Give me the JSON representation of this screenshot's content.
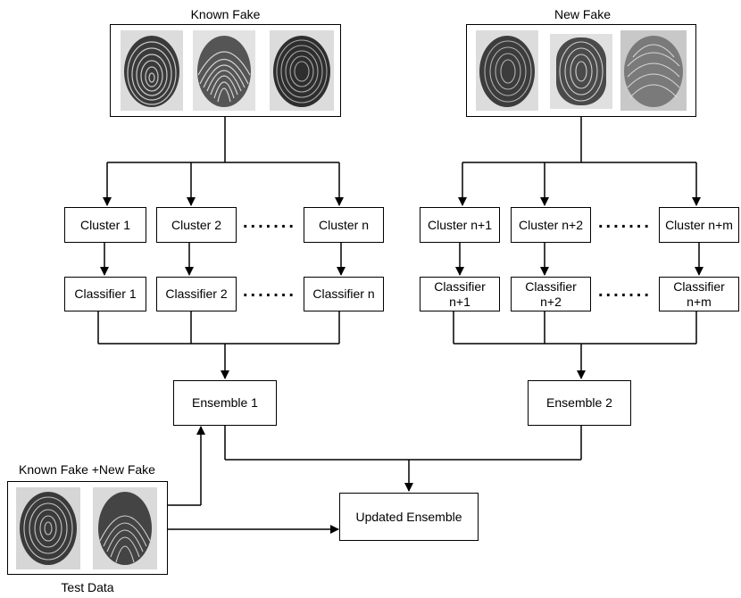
{
  "left_group": {
    "title": "Known Fake",
    "clusters": [
      "Cluster 1",
      "Cluster 2",
      "Cluster n"
    ],
    "classifiers": [
      "Classifier 1",
      "Classifier 2",
      "Classifier n"
    ],
    "ensemble": "Ensemble 1"
  },
  "right_group": {
    "title": "New Fake",
    "clusters": [
      "Cluster n+1",
      "Cluster n+2",
      "Cluster n+m"
    ],
    "classifiers": [
      "Classifier\nn+1",
      "Classifier\nn+2",
      "Classifier\nn+m"
    ],
    "ensemble": "Ensemble 2"
  },
  "test": {
    "title": "Known Fake +New Fake",
    "caption": "Test Data"
  },
  "updated_ensemble": "Updated Ensemble",
  "ellipsis": "......."
}
